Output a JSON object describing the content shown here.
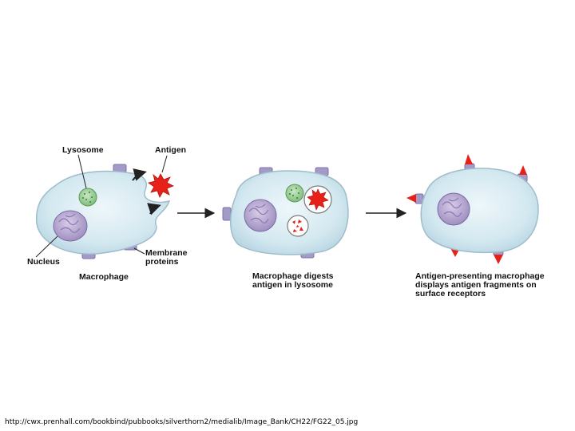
{
  "labels": {
    "lysosome": "Lysosome",
    "antigen": "Antigen",
    "nucleus": "Nucleus",
    "membrane_proteins": "Membrane\nproteins",
    "macrophage": "Macrophage",
    "step2_caption": "Macrophage digests\nantigen in lysosome",
    "step3_caption": "Antigen-presenting macrophage\ndisplays antigen fragments on\nsurface receptors"
  },
  "source_url": "http://cwx.prenhall.com/bookbind/pubbooks/silverthorn2/medialib/Image_Bank/CH22/FG22_05.jpg",
  "colors": {
    "cell_fill": "#d3e8f0",
    "cell_stroke": "#9fbccb",
    "membrane_protein": "#a39ac7",
    "nucleus": "#b6a7cf",
    "lysosome": "#9ccf9a",
    "antigen": "#e8201a",
    "arrow": "#222222"
  }
}
